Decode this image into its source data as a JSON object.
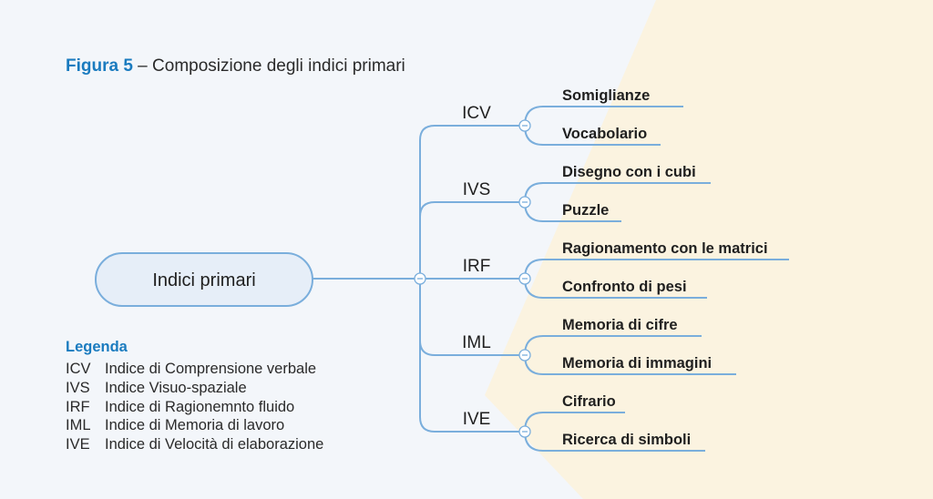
{
  "caption": {
    "figure_label": "Figura 5",
    "text": " – Composizione degli indici primari"
  },
  "colors": {
    "background": "#f3f6fa",
    "accent_panel": "#fbf3e0",
    "line": "#7aaedc",
    "root_fill": "#e6eef8",
    "title_blue": "#1a7bbf"
  },
  "root": {
    "label": "Indici primari"
  },
  "branches": [
    {
      "label": "ICV",
      "leaves": [
        "Somiglianze",
        "Vocabolario"
      ]
    },
    {
      "label": "IVS",
      "leaves": [
        "Disegno con i cubi",
        "Puzzle"
      ]
    },
    {
      "label": "IRF",
      "leaves": [
        "Ragionamento con le matrici",
        "Confronto di pesi"
      ]
    },
    {
      "label": "IML",
      "leaves": [
        "Memoria di cifre",
        "Memoria di immagini"
      ]
    },
    {
      "label": "IVE",
      "leaves": [
        "Cifrario",
        "Ricerca di simboli"
      ]
    }
  ],
  "legend": {
    "title": "Legenda",
    "items": [
      {
        "abbr": "ICV",
        "text": "Indice di Comprensione verbale"
      },
      {
        "abbr": "IVS",
        "text": "Indice Visuo-spaziale"
      },
      {
        "abbr": "IRF",
        "text": "Indice di Ragionemnto fluido"
      },
      {
        "abbr": "IML",
        "text": "Indice di Memoria di lavoro"
      },
      {
        "abbr": "IVE",
        "text": "Indice di Velocità di elaborazione"
      }
    ]
  }
}
